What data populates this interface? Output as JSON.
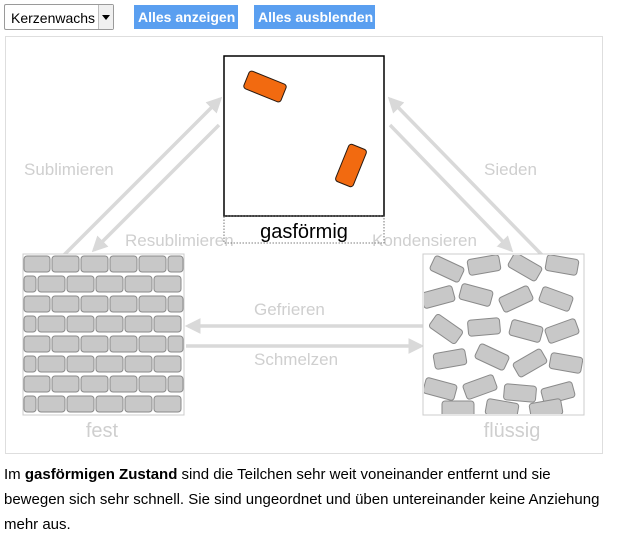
{
  "toolbar": {
    "select_value": "Kerzenwachs",
    "show_all_label": "Alles anzeigen",
    "hide_all_label": "Alles ausblenden"
  },
  "diagram": {
    "states": {
      "gas": "gasförmig",
      "solid": "fest",
      "liquid": "flüssig"
    },
    "transitions": {
      "sublimieren": "Sublimieren",
      "resublimieren": "Resublimieren",
      "sieden": "Sieden",
      "kondensieren": "Kondensieren",
      "gefrieren": "Gefrieren",
      "schmelzen": "Schmelzen"
    },
    "colors": {
      "particle": "#f26a10",
      "brick": "#c8c8c8",
      "faded_label": "#cfcfcf",
      "arrow": "#d9d9d9",
      "button": "#5a9ff0"
    }
  },
  "description": {
    "prefix": "Im ",
    "bold": "gasförmigen Zustand",
    "suffix": " sind die Teilchen sehr weit voneinander entfernt und sie bewegen sich sehr schnell. Sie sind ungeordnet und üben untereinander keine Anziehung mehr aus."
  }
}
